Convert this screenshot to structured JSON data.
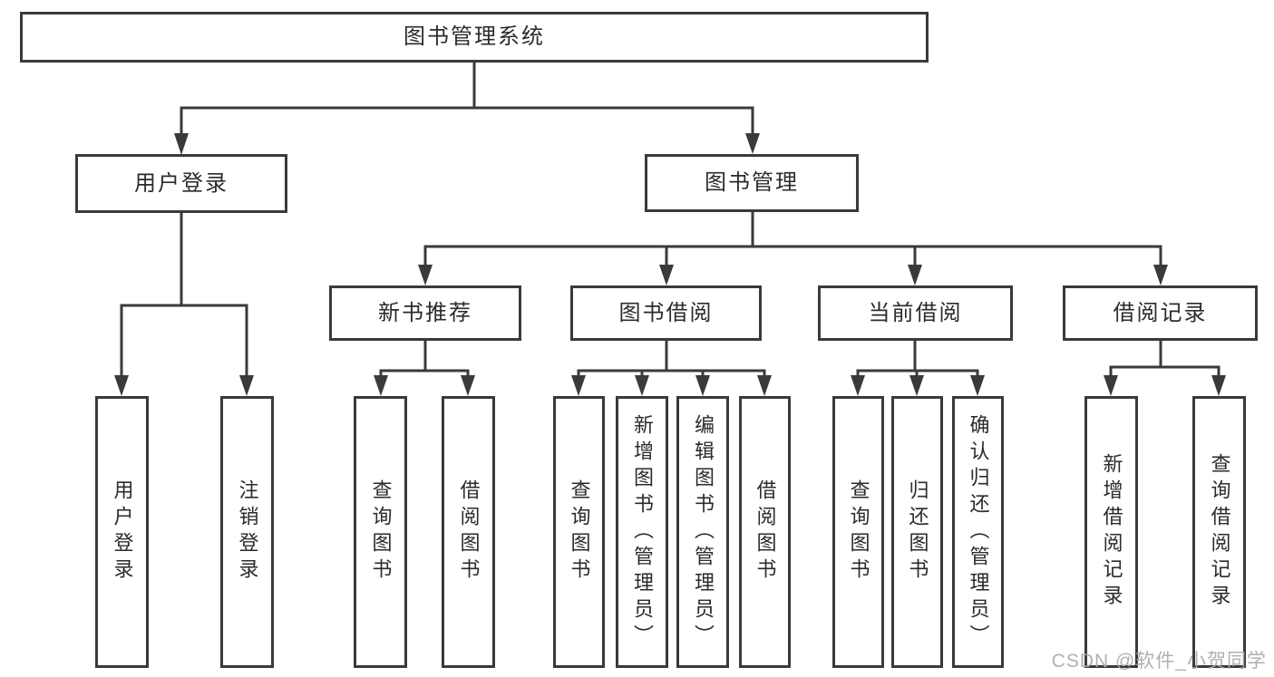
{
  "diagram": {
    "type": "hierarchy-tree",
    "hierarchy": {
      "label": "图书管理系统",
      "children": [
        {
          "label": "用户登录",
          "children": [
            {
              "label": "用户登录"
            },
            {
              "label": "注销登录"
            }
          ]
        },
        {
          "label": "图书管理",
          "children": [
            {
              "label": "新书推荐",
              "children": [
                {
                  "label": "查询图书"
                },
                {
                  "label": "借阅图书"
                }
              ]
            },
            {
              "label": "图书借阅",
              "children": [
                {
                  "label": "查询图书"
                },
                {
                  "label": "新增图书（管理员）"
                },
                {
                  "label": "编辑图书（管理员）"
                },
                {
                  "label": "借阅图书"
                }
              ]
            },
            {
              "label": "当前借阅",
              "children": [
                {
                  "label": "查询图书"
                },
                {
                  "label": "归还图书"
                },
                {
                  "label": "确认归还（管理员）"
                }
              ]
            },
            {
              "label": "借阅记录",
              "children": [
                {
                  "label": "新增借阅记录"
                },
                {
                  "label": "查询借阅记录"
                }
              ]
            }
          ]
        }
      ]
    },
    "colors": {
      "line": "#3a3a3a",
      "text": "#2b2b2b",
      "box_background": "#ffffff",
      "watermark": "#acacac"
    }
  },
  "watermark": "CSDN @软件_小贺同学"
}
